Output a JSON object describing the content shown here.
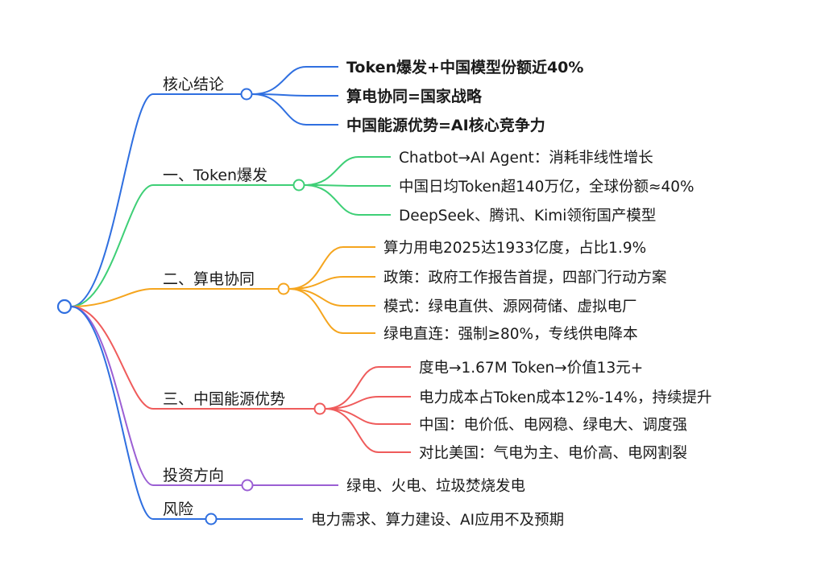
{
  "mindmap": {
    "branches": [
      {
        "id": "core",
        "label": "核心结论",
        "color": "#2f6fe0",
        "bold_children": true,
        "children": [
          "Token爆发+中国模型份额近40%",
          "算电协同=国家战略",
          "中国能源优势=AI核心竞争力"
        ]
      },
      {
        "id": "token",
        "label": "一、Token爆发",
        "color": "#3ecf76",
        "children": [
          "Chatbot→AI Agent：消耗非线性增长",
          "中国日均Token超140万亿，全球份额≈40%",
          "DeepSeek、腾讯、Kimi领衔国产模型"
        ]
      },
      {
        "id": "power",
        "label": "二、算电协同",
        "color": "#f5a51e",
        "children": [
          "算力用电2025达1933亿度，占比1.9%",
          "政策：政府工作报告首提，四部门行动方案",
          "模式：绿电直供、源网荷储、虚拟电厂",
          "绿电直连：强制≥80%，专线供电降本"
        ]
      },
      {
        "id": "energy",
        "label": "三、中国能源优势",
        "color": "#ef5b5b",
        "children": [
          "度电→1.67M Token→价值13元+",
          "电力成本占Token成本12%-14%，持续提升",
          "中国：电价低、电网稳、绿电大、调度强",
          "对比美国：气电为主、电价高、电网割裂"
        ]
      },
      {
        "id": "invest",
        "label": "投资方向",
        "color": "#9b5fd4",
        "children": [
          "绿电、火电、垃圾焚烧发电"
        ]
      },
      {
        "id": "risk",
        "label": "风险",
        "color": "#2f6fe0",
        "children": [
          "电力需求、算力建设、AI应用不及预期"
        ]
      }
    ]
  }
}
